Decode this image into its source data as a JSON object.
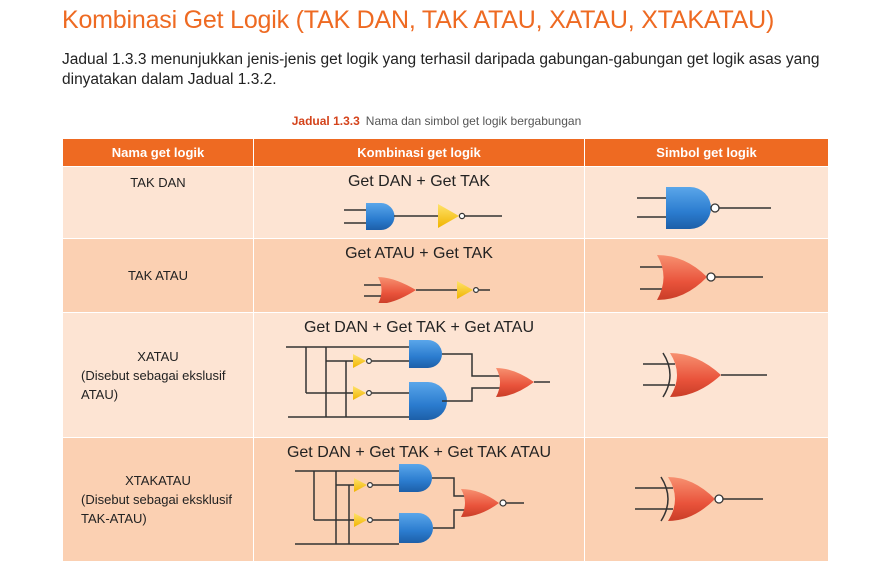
{
  "heading": "Kombinasi Get Logik (TAK DAN, TAK ATAU, XATAU, XTAKATAU)",
  "intro": "Jadual 1.3.3 menunjukkan jenis-jenis get logik yang terhasil daripada gabungan-gabungan get logik asas yang dinyatakan dalam Jadual 1.3.2.",
  "caption": {
    "number": "Jadual 1.3.3",
    "text": "Nama dan simbol get logik bergabungan"
  },
  "table": {
    "headers": [
      "Nama get logik",
      "Kombinasi get logik",
      "Simbol get logik"
    ],
    "rows": [
      {
        "name": "TAK DAN",
        "note": "",
        "combo": "Get DAN + Get TAK",
        "symbol_icon": "nand-gate-icon"
      },
      {
        "name": "TAK ATAU",
        "note": "",
        "combo": "Get ATAU + Get TAK",
        "symbol_icon": "nor-gate-icon"
      },
      {
        "name": "XATAU",
        "note": "(Disebut sebagai ekslusif ATAU)",
        "combo": "Get DAN + Get TAK + Get ATAU",
        "symbol_icon": "xor-gate-icon"
      },
      {
        "name": "XTAKATAU",
        "note": "(Disebut sebagai eksklusif TAK-ATAU)",
        "combo": "Get DAN + Get TAK + Get TAK ATAU",
        "symbol_icon": "xnor-gate-icon"
      }
    ]
  },
  "colors": {
    "accent": "#ee6a22",
    "and_gate": "#2b7ccf",
    "or_gate": "#e9533b",
    "not_gate": "#f5c518",
    "row_light": "#fde4d3",
    "row_dark": "#fbd0b2"
  }
}
